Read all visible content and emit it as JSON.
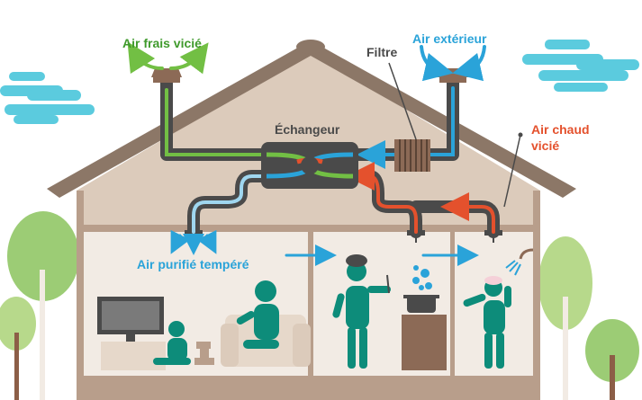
{
  "labels": {
    "stale_fresh_air": "Air frais vicié",
    "outside_air": "Air extérieur",
    "filter": "Filtre",
    "exchanger": "Échangeur",
    "warm_stale_air_line1": "Air chaud",
    "warm_stale_air_line2": "vicié",
    "purified_air": "Air purifié tempéré"
  },
  "colors": {
    "roof_tile": "#8c7767",
    "attic_fill": "#dccbbb",
    "wall_fill": "#f2ebe4",
    "frame": "#b89e8b",
    "duct": "#4a4a4a",
    "stale_air": "#72bf44",
    "outside_air": "#2aa3d9",
    "warm_air": "#e4512d",
    "people": "#0d8c7a",
    "tree_green": "#9ccc75",
    "tree_trunk": "#8c5e47",
    "cloud": "#5bcbde"
  },
  "icons": {
    "filter": "filter-icon",
    "exchanger": "heat-exchanger-icon",
    "tv": "tv-icon",
    "shower": "shower-icon",
    "pot": "pot-icon"
  }
}
